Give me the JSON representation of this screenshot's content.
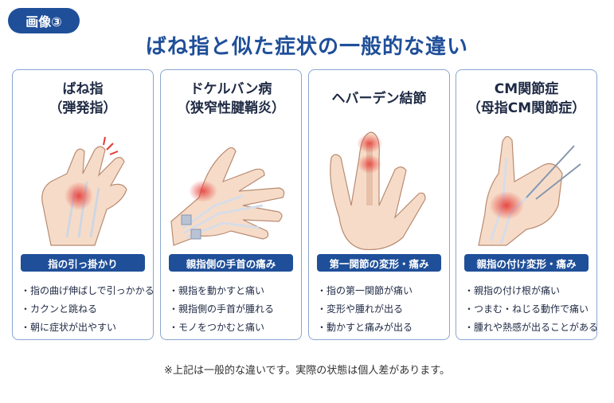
{
  "badge": "画像③",
  "title": "ばね指と似た症状の一般的な違い",
  "cards": [
    {
      "title_line1": "ばね指",
      "title_line2": "（弾発指）",
      "symptom": "指の引っ掛かり",
      "bullets": [
        "指の曲げ伸ばしで引っかかる",
        "カクンと跳ねる",
        "朝に症状が出やすい"
      ]
    },
    {
      "title_line1": "ドケルバン病",
      "title_line2": "（狭窄性腱鞘炎）",
      "symptom": "親指側の手首の痛み",
      "bullets": [
        "親指を動かすと痛い",
        "親指側の手首が腫れる",
        "モノをつかむと痛い"
      ]
    },
    {
      "title_line1": "ヘバーデン結節",
      "title_line2": "",
      "symptom": "第一関節の変形・痛み",
      "bullets": [
        "指の第一関節が痛い",
        "変形や腫れが出る",
        "動かすと痛みが出る"
      ]
    },
    {
      "title_line1": "CM関節症",
      "title_line2": "（母指CM関節症）",
      "symptom": "親指の付け変形・痛み",
      "bullets": [
        "親指の付け根が痛い",
        "つまむ・ねじる動作で痛い",
        "腫れや熱感が出ることがある"
      ]
    }
  ],
  "note": "※上記は一般的な違いです。実際の状態は個人差があります。"
}
